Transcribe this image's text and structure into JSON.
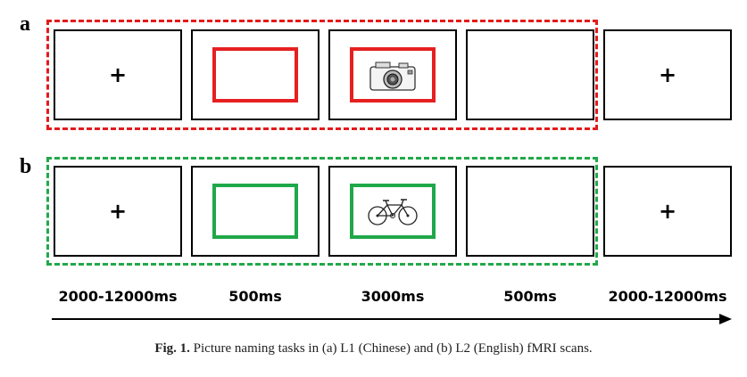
{
  "panels": [
    {
      "label": "a",
      "fixation": "+",
      "color": "#e31b1b",
      "stimulus": "camera-icon"
    },
    {
      "label": "b",
      "fixation": "+",
      "color": "#22a84a",
      "stimulus": "bicycle-icon"
    }
  ],
  "timings": [
    "2000-12000ms",
    "500ms",
    "3000ms",
    "500ms",
    "2000-12000ms"
  ],
  "caption": {
    "prefix": "Fig. 1.",
    "text": " Picture naming tasks in (a) L1 (Chinese) and (b) L2 (English) fMRI scans."
  }
}
